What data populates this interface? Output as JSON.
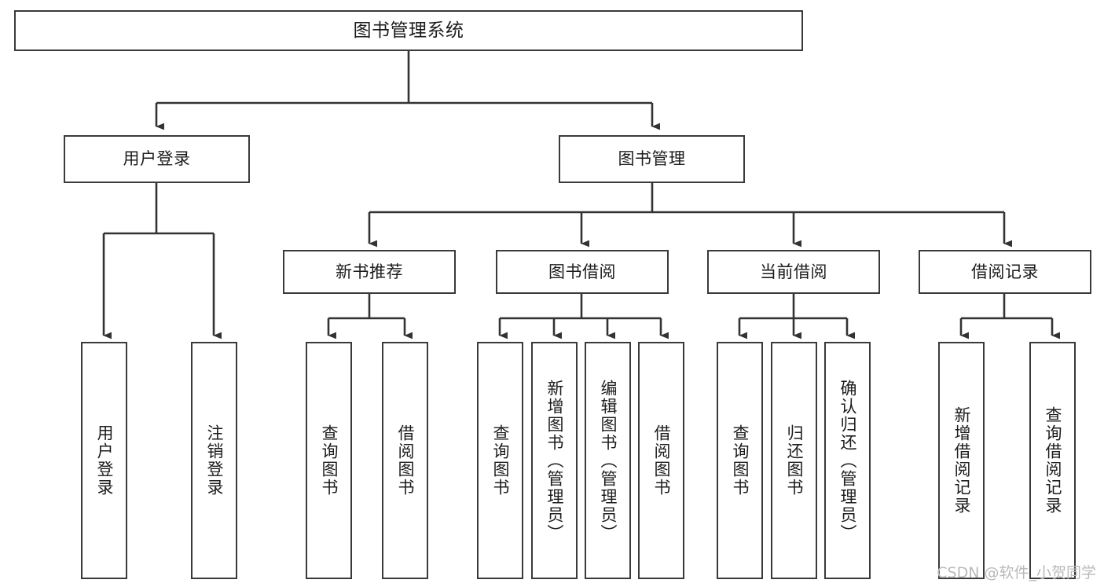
{
  "diagram": {
    "type": "tree-hierarchy-flowchart",
    "title": "图书管理系统",
    "watermark": "CSDN @软件_小贺同学",
    "colors": {
      "box_border": "#3a3a3a",
      "box_fill": "#ffffff",
      "edge": "#333333",
      "text": "#1c1c1c",
      "watermark": "#b9b9b9",
      "background": "#ffffff"
    },
    "nodes": {
      "root": {
        "label": "图书管理系统"
      },
      "level2": [
        {
          "id": "user-login",
          "label": "用户登录"
        },
        {
          "id": "book-management",
          "label": "图书管理"
        }
      ],
      "level3": [
        {
          "id": "new-book-recommend",
          "label": "新书推荐"
        },
        {
          "id": "book-borrow",
          "label": "图书借阅"
        },
        {
          "id": "current-borrow",
          "label": "当前借阅"
        },
        {
          "id": "borrow-record",
          "label": "借阅记录"
        }
      ],
      "leaves": {
        "user_login": [
          {
            "id": "leaf-user-login",
            "label": "用户登录"
          },
          {
            "id": "leaf-logout-login",
            "label": "注销登录"
          }
        ],
        "new_book_recommend": [
          {
            "id": "leaf-query-book-1",
            "label": "查询图书"
          },
          {
            "id": "leaf-borrow-book-1",
            "label": "借阅图书"
          }
        ],
        "book_borrow": [
          {
            "id": "leaf-query-book-2",
            "label": "查询图书"
          },
          {
            "id": "leaf-add-book",
            "label": "新增图书（管理员）"
          },
          {
            "id": "leaf-edit-book",
            "label": "编辑图书（管理员）"
          },
          {
            "id": "leaf-borrow-book-2",
            "label": "借阅图书"
          }
        ],
        "current_borrow": [
          {
            "id": "leaf-query-book-3",
            "label": "查询图书"
          },
          {
            "id": "leaf-return-book",
            "label": "归还图书"
          },
          {
            "id": "leaf-confirm-return",
            "label": "确认归还（管理员）"
          }
        ],
        "borrow_record": [
          {
            "id": "leaf-add-borrow-record",
            "label": "新增借阅记录"
          },
          {
            "id": "leaf-query-borrow-record",
            "label": "查询借阅记录"
          }
        ]
      }
    }
  }
}
